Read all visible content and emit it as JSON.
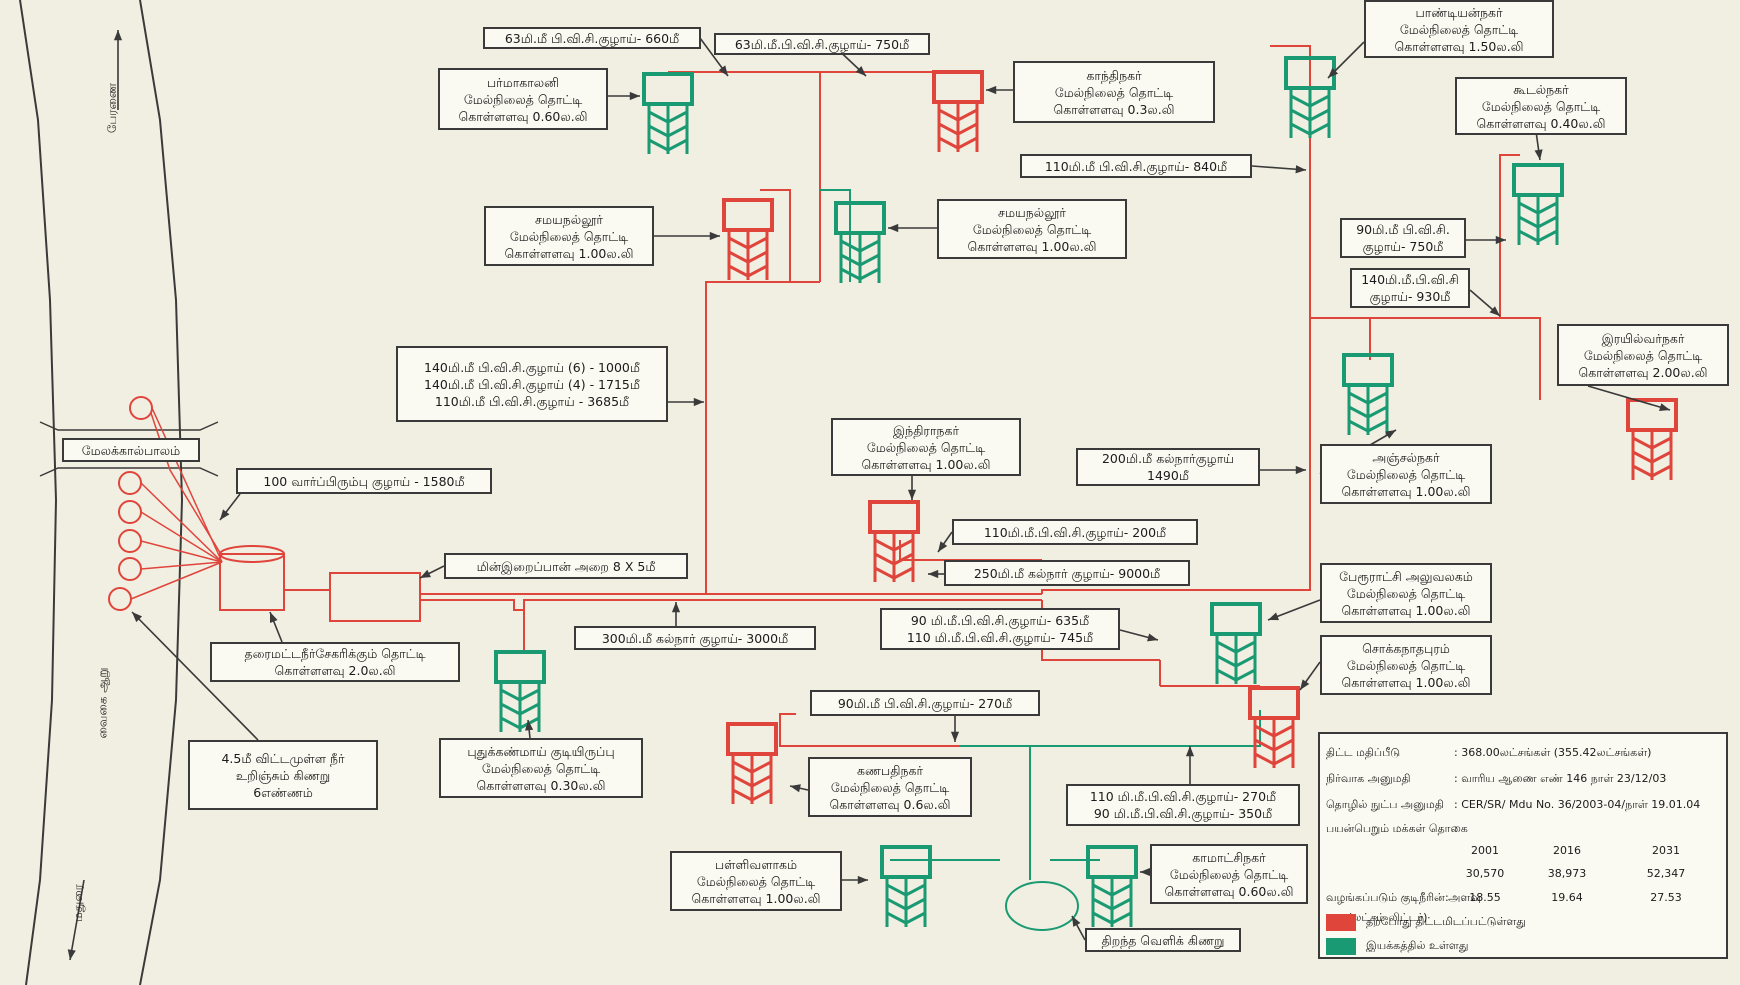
{
  "colors": {
    "existing_red": "#e0453c",
    "functional_green": "#1a9a73",
    "ink": "#3a3a3a",
    "paper": "#f1efe2"
  },
  "labels": {
    "l_pipe63_660": [
      "63மி.மீ பி.வி.சி.குழாய்- 660மீ"
    ],
    "l_pipe63_750": [
      "63மி.மீ.பி.வி.சி.குழாய்- 750மீ"
    ],
    "l_parmacolony": [
      "பர்மாகாலனி",
      "மேல்நிலைத் தொட்டி",
      "கொள்ளளவு 0.60ல.லி"
    ],
    "l_kanthinagar": [
      "காந்திநகர்",
      "மேல்நிலைத் தொட்டி",
      "கொள்ளளவு 0.3ல.லி"
    ],
    "l_pandiyan": [
      "பாண்டியன்நகர்",
      "மேல்நிலைத் தொட்டி",
      "கொள்ளளவு 1.50ல.லி"
    ],
    "l_koodal": [
      "கூடல்நகர்",
      "மேல்நிலைத் தொட்டி",
      "கொள்ளளவு 0.40ல.லி"
    ],
    "l_pipe110_840": [
      "110மி.மீ பி.வி.சி.குழாய்- 840மீ"
    ],
    "l_samaya1": [
      "சமயநல்லூர்",
      "மேல்நிலைத் தொட்டி",
      "கொள்ளளவு 1.00ல.லி"
    ],
    "l_samaya2": [
      "சமயநல்லூர்",
      "மேல்நிலைத் தொட்டி",
      "கொள்ளளவு 1.00ல.லி"
    ],
    "l_pipe90_750": [
      "90மி.மீ பி.வி.சி.",
      "குழாய்- 750மீ"
    ],
    "l_pipe140_930": [
      "140மி.மீ.பி.வி.சி",
      "குழாய்- 930மீ"
    ],
    "l_pipes_main": [
      "140மி.மீ பி.வி.சி.குழாய் (6) - 1000மீ",
      "140மி.மீ பி.வி.சி.குழாய் (4) - 1715மீ",
      "110மி.மீ பி.வி.சி.குழாய் - 3685மீ"
    ],
    "l_railway": [
      "இரயில்வர்நகர்",
      "மேல்நிலைத் தொட்டி",
      "கொள்ளளவு 2.00ல.லி"
    ],
    "l_indira": [
      "இந்திராநகர்",
      "மேல்நிலைத் தொட்டி",
      "கொள்ளளவு 1.00ல.லி"
    ],
    "l_melakkal": [
      "மேலக்கால்பாலம்"
    ],
    "l_pipe100_1580": [
      "100 வார்ப்பிரும்பு குழாய் - 1580மீ"
    ],
    "l_pipe200_1490": [
      "200மி.மீ கல்நார்குழாய்",
      "1490மீ"
    ],
    "l_anjal": [
      "அஞ்சல்நகர்",
      "மேல்நிலைத் தொட்டி",
      "கொள்ளளவு 1.00ல.லி"
    ],
    "l_pipe110_200": [
      "110மி.மீ.பி.வி.சி.குழாய்- 200மீ"
    ],
    "l_pump": [
      "மின்இறைப்பான் அறை   8 X 5மீ"
    ],
    "l_pipe250_9000": [
      "250மி.மீ கல்நார் குழாய்- 9000மீ"
    ],
    "l_perur": [
      "பேரூராட்சி அலுவலகம்",
      "மேல்நிலைத் தொட்டி",
      "கொள்ளளவு 1.00ல.லி"
    ],
    "l_pipe90_635": [
      "90 மி.மீ.பி.வி.சி.குழாய்- 635மீ",
      "110 மி.மீ.பி.வி.சி.குழாய்- 745மீ"
    ],
    "l_pipe300_3000": [
      "300மி.மீ கல்நார் குழாய்- 3000மீ"
    ],
    "l_sump": [
      "தரைமட்டநீர்சேகரிக்கும் தொட்டி",
      "கொள்ளளவு 2.0ல.லி"
    ],
    "l_chokka": [
      "சொக்கநாதபுரம்",
      "மேல்நிலைத் தொட்டி",
      "கொள்ளளவு 1.00ல.லி"
    ],
    "l_pipe90_270": [
      "90மி.மீ பி.வி.சி.குழாய்- 270மீ"
    ],
    "l_wells": [
      "4.5மீ விட்டமுள்ள நீர்",
      "உறிஞ்சும் கிணறு",
      "6எண்ணம்"
    ],
    "l_puthu": [
      "புதுக்கண்மாய் குடியிருப்பு",
      "மேல்நிலைத் தொட்டி",
      "கொள்ளளவு 0.30ல.லி"
    ],
    "l_ganapathi": [
      "கணபதிநகர்",
      "மேல்நிலைத் தொட்டி",
      "கொள்ளளவு 0.6ல.லி"
    ],
    "l_pipe110_270": [
      "110 மி.மீ.பி.வி.சி.குழாய்- 270மீ",
      "90 மி.மீ.பி.வி.சி.குழாய்- 350மீ"
    ],
    "l_palli": [
      "பள்ளிவளாகம்",
      "மேல்நிலைத் தொட்டி",
      "கொள்ளளவு 1.00ல.லி"
    ],
    "l_kamatchi": [
      "காமாட்சிநகர்",
      "மேல்நிலைத் தொட்டி",
      "கொள்ளளவு 0.60ல.லி"
    ],
    "l_openwell": [
      "திறந்த வெளிக் கிணறு"
    ]
  },
  "river": {
    "north_label": "பேரணை",
    "name_label": "வைகை ஆறு",
    "south_label": "மதுரை"
  },
  "info_table": {
    "rows": [
      {
        "label": "திட்ட மதிப்பீடு",
        "value": ": 368.00லட்சங்கள் (355.42லட்சங்கள்)"
      },
      {
        "label": "நிர்வாக அனுமதி",
        "value": ": வாரிய ஆணை எண் 146 நாள் 23/12/03"
      },
      {
        "label": "தொழில் நுட்ப அனுமதி",
        "value": ": CER/SR/ Mdu No. 36/2003-04/நாள் 19.01.04"
      },
      {
        "label": "பயன்பெறும் மக்கள் தொகை",
        "value": ":"
      }
    ],
    "years": [
      "2001",
      "2016",
      "2031"
    ],
    "population": [
      "30,570",
      "38,973",
      "52,347"
    ],
    "supply_label": "வழங்கப்படும் குடிநீரின் அளவு",
    "supply_colon": ":",
    "supply": [
      "18.55",
      "19.64",
      "27.53"
    ],
    "supply_unit": "(லட்சம் லிட்டர்)",
    "legend": [
      {
        "color": "#e0453c",
        "text": "தற்போது திட்டமிடப்பட்டுள்ளது"
      },
      {
        "color": "#1a9a73",
        "text": "இயக்கத்தில் உள்ளது"
      }
    ]
  }
}
